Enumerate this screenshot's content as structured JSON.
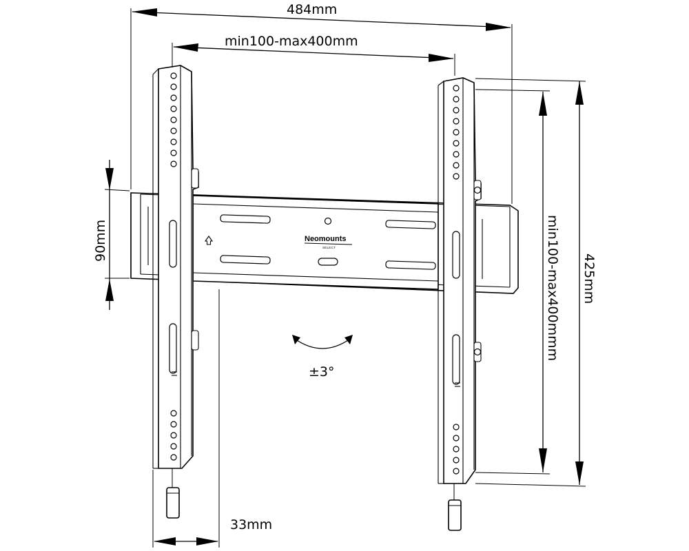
{
  "dimensions": {
    "total_width": "484mm",
    "hole_spacing_horizontal": "min100-max400mm",
    "rail_height": "90mm",
    "hole_spacing_vertical": "min100-max400mmm",
    "total_height": "425mm",
    "wall_distance": "33mm",
    "tilt": "±3°"
  },
  "logo": {
    "brand": "Neomounts",
    "line": "SELECT"
  }
}
